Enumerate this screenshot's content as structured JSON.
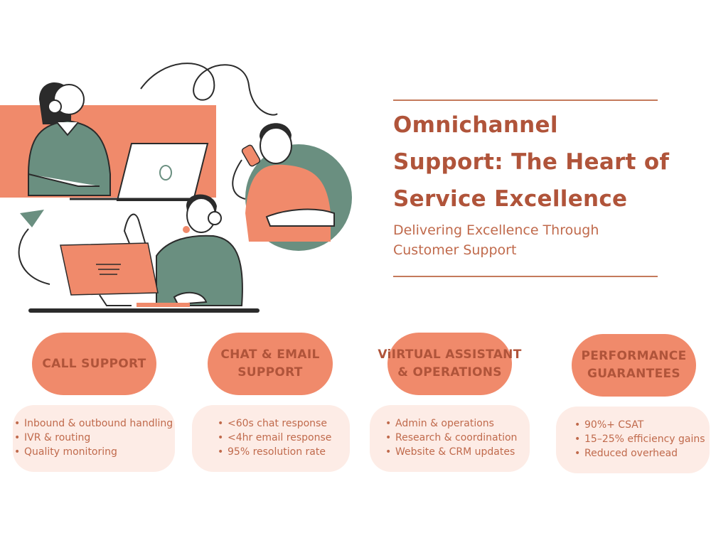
{
  "header": {
    "title_line1": "Omnichannel",
    "title_line2": "Support: The Heart of",
    "title_line3": "Service Excellence",
    "subtitle_line1": "Delivering Excellence Through",
    "subtitle_line2": "Customer Support"
  },
  "services": [
    {
      "title_line1": "CALL SUPPORT",
      "title_line2": "",
      "items": [
        "Inbound & outbound handling",
        "IVR & routing",
        "Quality monitoring"
      ]
    },
    {
      "title_line1": "CHAT & EMAIL",
      "title_line2": "SUPPORT",
      "items": [
        "<60s chat response",
        "<4hr email response",
        "95% resolution rate"
      ]
    },
    {
      "title_line1": "ViIRTUAL ASSISTANT",
      "title_line2": "& OPERATIONS",
      "items": [
        "Admin & operations",
        "Research & coordination",
        "Website & CRM updates"
      ]
    },
    {
      "title_line1": "PERFORMANCE",
      "title_line2": "GUARANTEES",
      "items": [
        "90%+ CSAT",
        "15–25% efficiency gains",
        "Reduced overhead"
      ]
    }
  ],
  "colors": {
    "accent": "#f08a6b",
    "title": "#b0543a",
    "teal": "#6a8f80",
    "card_bg": "#fdece6"
  },
  "icons": [
    "headset-agent-illustration",
    "phone-call-illustration",
    "laptop-icon",
    "monitor-icon",
    "arrow-icon"
  ]
}
